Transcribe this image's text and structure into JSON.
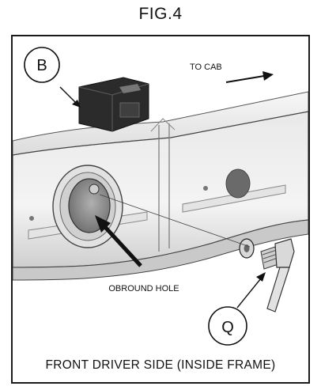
{
  "figure": {
    "title": "FIG.4",
    "caption": "FRONT DRIVER SIDE (INSIDE FRAME)"
  },
  "callouts": {
    "b": "B",
    "q": "Q",
    "direction": "TO CAB",
    "hole": "OBROUND HOLE"
  },
  "colors": {
    "outline": "#1a1a1a",
    "metal_light": "#eeeeee",
    "metal_mid": "#d6d6d6",
    "metal_dark": "#9a9a9a",
    "bracket": "#2b2b2b"
  }
}
